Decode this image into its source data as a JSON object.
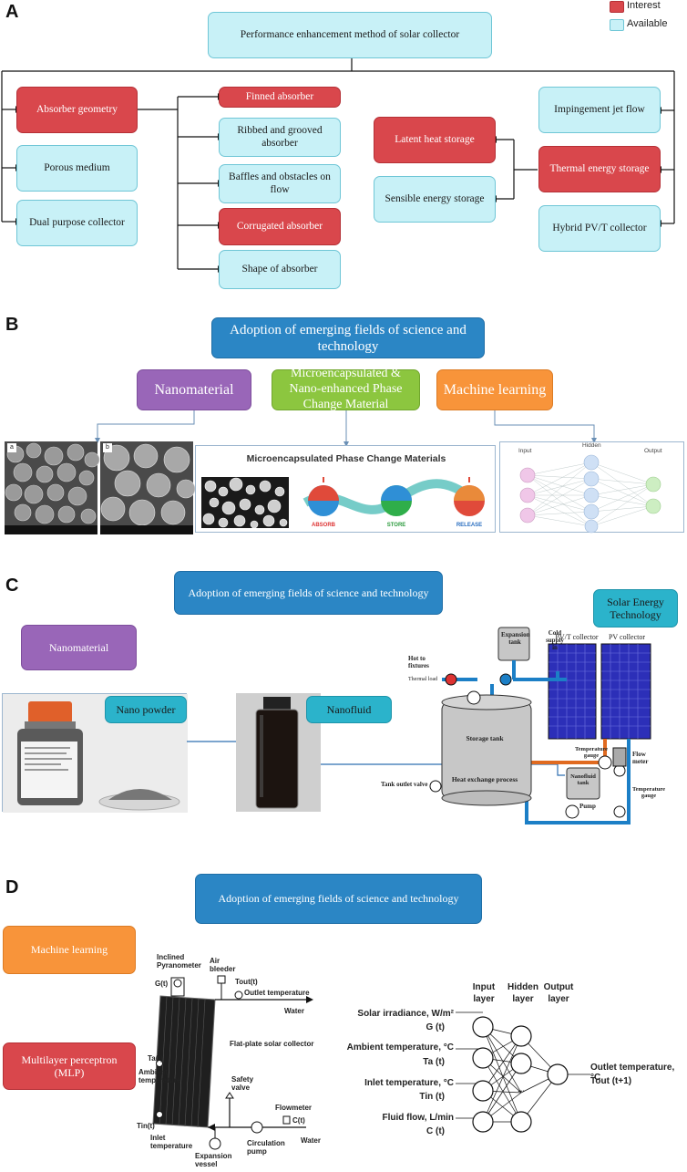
{
  "legend": {
    "interest": "Interest",
    "available": "Available",
    "interest_color": "#d9474c",
    "available_color": "#c8f1f7"
  },
  "panel_a": {
    "letter": "A",
    "root": "Performance enhancement method of solar collector",
    "left": [
      "Absorber geometry",
      "Porous medium",
      "Dual purpose collector"
    ],
    "geometry_children": [
      "Finned absorber",
      "Ribbed and grooved absorber",
      "Baffles and obstacles on flow",
      "Corrugated absorber",
      "Shape of absorber"
    ],
    "storage": [
      "Latent heat storage",
      "Sensible energy storage"
    ],
    "right": [
      "Impingement jet flow",
      "Thermal energy storage",
      "Hybrid PV/T collector"
    ]
  },
  "panel_b": {
    "letter": "B",
    "title": "Adoption of emerging fields of science and technology",
    "nano": "Nanomaterial",
    "mpcm": "Microencapsulated & Nano-enhanced Phase Change Material",
    "ml": "Machine learning",
    "sem_a": "a",
    "sem_b": "b",
    "mpcm_title": "Microencapsulated Phase Change Materials",
    "absorb": "ABSORB",
    "store": "STORE",
    "release": "RELEASE",
    "nn_input": "Input",
    "nn_hidden": "Hidden",
    "nn_output": "Output"
  },
  "panel_c": {
    "letter": "C",
    "title": "Adoption of emerging fields of science and technology",
    "nano": "Nanomaterial",
    "solar": "Solar Energy Technology",
    "nano_powder": "Nano powder",
    "nanofluid": "Nanofluid",
    "labels": {
      "expansion_tank": "Expansion tank",
      "cold_supply": "Cold supply in",
      "hot_fixtures": "Hot to fixtures",
      "thermal_load": "Thermal load",
      "storage_tank": "Storage tank",
      "heat_exchange": "Heat exchange process",
      "tank_outlet": "Tank outlet valve",
      "nanofluid_tank": "Nanofluid tank",
      "pump": "Pump",
      "temp_gauge1": "Temperature gauge",
      "temp_gauge2": "Temperature gauge",
      "flow_meter": "Flow meter",
      "pvt": "PV/T collector",
      "pv": "PV collector"
    }
  },
  "panel_d": {
    "letter": "D",
    "title": "Adoption of emerging fields of science and technology",
    "ml": "Machine learning",
    "mlp": "Multilayer perceptron (MLP)",
    "collector_labels": {
      "pyranometer": "Inclined Pyranometer",
      "gt": "G(t)",
      "air_bleeder": "Air bleeder",
      "tout": "Tout(t)",
      "outlet_temp": "Outlet temperature",
      "water_out": "Water",
      "flat_plate": "Flat-plate solar collector",
      "ta": "Ta(t)",
      "ambient": "Ambient temperature",
      "safety_valve": "Safety valve",
      "flowmeter": "Flowmeter",
      "ct": "C(t)",
      "tin": "Tin(t)",
      "water_in": "Water",
      "inlet_temp": "Inlet temperature",
      "pump": "Circulation pump",
      "expansion": "Expansion vessel"
    },
    "nn": {
      "input_layer": "Input layer",
      "hidden_layer": "Hidden layer",
      "output_layer": "Output layer",
      "inputs": [
        "Solar irradiance, W/m²",
        "G (t)",
        "Ambient temperature, °C",
        "Ta (t)",
        "Inlet temperature, °C",
        "Tin (t)",
        "Fluid flow, L/min",
        "C (t)"
      ],
      "output": [
        "Outlet temperature, °C",
        "Tout (t+1)"
      ],
      "dots": "..."
    }
  }
}
